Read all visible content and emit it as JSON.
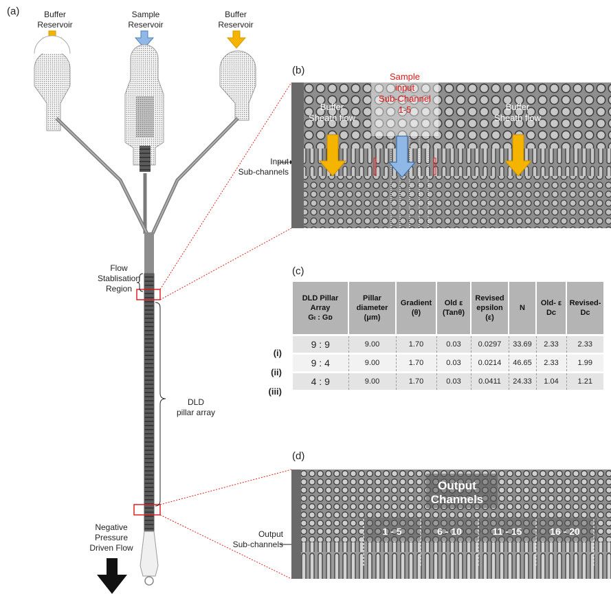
{
  "panel_a": {
    "letter": "(a)",
    "buffer_reservoir_left": [
      "Buffer",
      "Reservoir"
    ],
    "sample_reservoir": [
      "Sample",
      "Reservoir"
    ],
    "buffer_reservoir_right": [
      "Buffer",
      "Reservoir"
    ],
    "flow_stab": [
      "Flow",
      "Stablisation",
      "Region"
    ],
    "dld_array": [
      "DLD",
      "pillar array"
    ],
    "neg_pressure": [
      "Negative",
      "Pressure",
      "Driven Flow"
    ]
  },
  "panel_b": {
    "letter": "(b)",
    "input_label": [
      "Input",
      "Sub-channels"
    ],
    "buffer_left": [
      "Buffer",
      "Sheath flow"
    ],
    "sample_input": [
      "Sample",
      "input",
      "Sub-Channel",
      "1-5"
    ],
    "buffer_right": [
      "Buffer",
      "Sheath flow"
    ]
  },
  "panel_c": {
    "letter": "(c)",
    "headers": [
      [
        "DLD Pillar",
        "Array",
        "Gₗ : Gᴅ"
      ],
      [
        "Pillar",
        "diameter",
        "(μm)"
      ],
      [
        "Gradient",
        "(θ)"
      ],
      [
        "Old ε",
        "(Tanθ)"
      ],
      [
        "Revised",
        "epsilon",
        "(ε)"
      ],
      [
        "N"
      ],
      [
        "Old- ε",
        "Dᴄ"
      ],
      [
        "Revised-",
        "Dᴄ"
      ]
    ],
    "row_labels": [
      "(i)",
      "(ii)",
      "(iii)"
    ],
    "rows": [
      [
        "9 : 9",
        "9.00",
        "1.70",
        "0.03",
        "0.0297",
        "33.69",
        "2.33",
        "2.33"
      ],
      [
        "9 : 4",
        "9.00",
        "1.70",
        "0.03",
        "0.0214",
        "46.65",
        "2.33",
        "1.99"
      ],
      [
        "4 : 9",
        "9.00",
        "1.70",
        "0.03",
        "0.0411",
        "24.33",
        "1.04",
        "1.21"
      ]
    ]
  },
  "panel_d": {
    "letter": "(d)",
    "output_label": [
      "Output",
      "Sub-channels"
    ],
    "output_channels": [
      "Output",
      "Channels"
    ],
    "groups": [
      "1 - 5",
      "6 - 10",
      "11 - 15",
      "16 - 20"
    ]
  },
  "colors": {
    "buffer_arrow": "#f5b400",
    "sample_arrow": "#8fb8e6",
    "highlight_box": "#e02020"
  }
}
